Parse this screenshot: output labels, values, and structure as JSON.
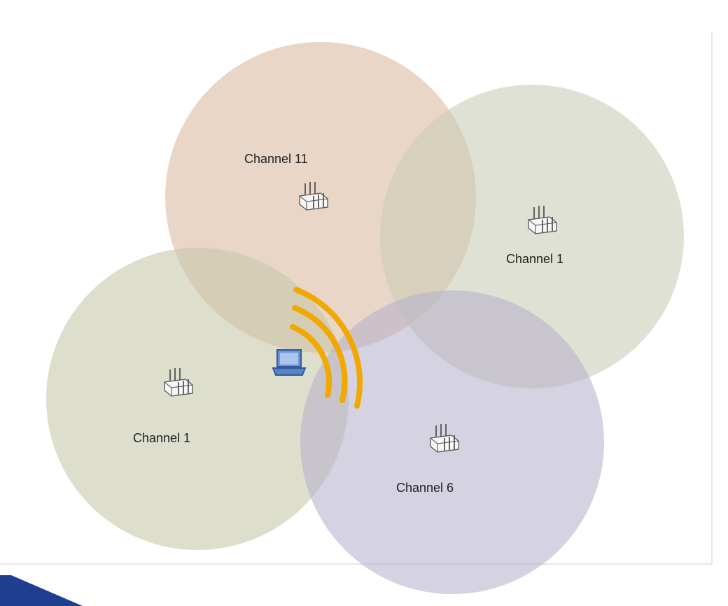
{
  "diagram": {
    "cells": [
      {
        "id": "top",
        "label": "Channel 11",
        "color": "#d9b99d"
      },
      {
        "id": "right",
        "label": "Channel 1",
        "color": "#c9ccb6"
      },
      {
        "id": "left",
        "label": "Channel 1",
        "color": "#c6c6a8"
      },
      {
        "id": "bottom",
        "label": "Channel 6",
        "color": "#b6b2cc"
      }
    ],
    "signal_color": "#f1a800",
    "laptop_color": "#5b82c6",
    "frame_border_color": "#e6e6e6",
    "corner_arrow_color": "#1e3f8f"
  }
}
